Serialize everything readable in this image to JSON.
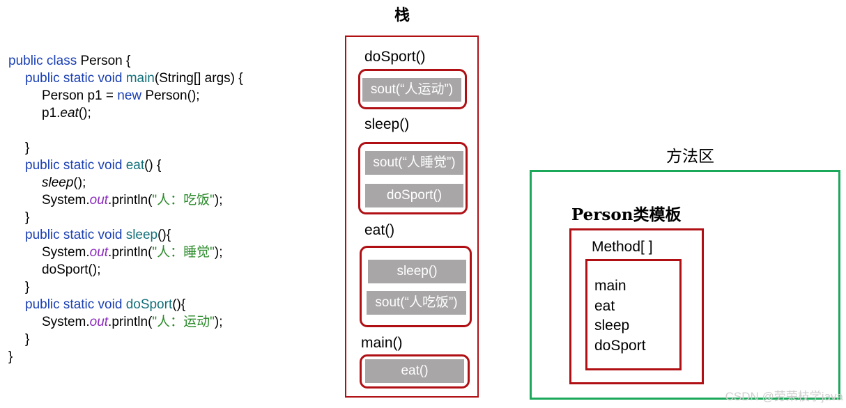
{
  "code": {
    "l1": {
      "a": "public class ",
      "b": "Person {"
    },
    "l2": {
      "a": "public static void ",
      "b": "main",
      "c": "(String[] args) {"
    },
    "l3": {
      "a": "Person p1 = ",
      "b": "new",
      "c": " Person();"
    },
    "l4": {
      "a": "p1.",
      "b": "eat",
      "c": "();"
    },
    "l6": "}",
    "l7": {
      "a": "public static void ",
      "b": "eat",
      "c": "() {"
    },
    "l8": {
      "a": "sleep",
      "b": "();"
    },
    "l9": {
      "a": "System.",
      "b": "out",
      "c": ".println(",
      "d": "\"人：吃饭\"",
      "e": ");"
    },
    "l10": "}",
    "l11": {
      "a": "public static void ",
      "b": "sleep",
      "c": "(){"
    },
    "l12": {
      "a": "System.",
      "b": "out",
      "c": ".println(",
      "d": "\"人：睡觉\"",
      "e": ");"
    },
    "l13": "doSport();",
    "l14": "}",
    "l15": {
      "a": "public static void ",
      "b": "doSport",
      "c": "(){"
    },
    "l16": {
      "a": "System.",
      "b": "out",
      "c": ".println(",
      "d": "\"人：运动\"",
      "e": ");"
    },
    "l17": "}",
    "l18": "}"
  },
  "stack": {
    "title": "栈",
    "frames": [
      {
        "label": "doSport()",
        "items": [
          "sout(“人运动”)"
        ]
      },
      {
        "label": "sleep()",
        "items": [
          "sout(“人睡觉”)",
          "doSport()"
        ]
      },
      {
        "label": "eat()",
        "items": [
          "sleep()",
          "sout(“人吃饭”)"
        ]
      },
      {
        "label": "main()",
        "items": [
          "eat()"
        ]
      }
    ]
  },
  "method_area": {
    "title": "方法区",
    "template_label": "Person类模板",
    "methods_label": "Method[ ]",
    "methods": [
      "main",
      "eat",
      "sleep",
      "doSport"
    ]
  },
  "watermark": "CSDN @劳荣枝学java",
  "colors": {
    "keyword": "#1a3fb3",
    "method": "#12707a",
    "field": "#8a2bbd",
    "string": "#2a8a2a",
    "stack_border": "#b00f14",
    "method_area_border": "#1ba85a",
    "frame_fill": "#a8a6a6"
  }
}
